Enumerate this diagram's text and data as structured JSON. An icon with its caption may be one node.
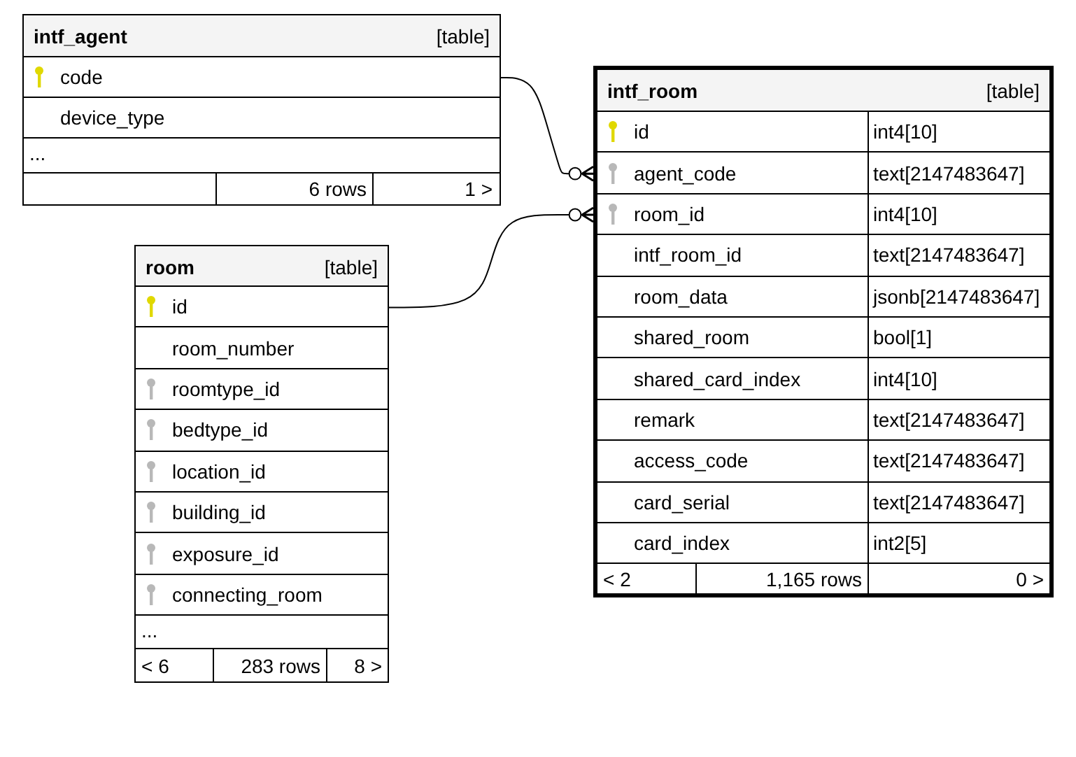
{
  "diagram": {
    "nodes": [
      {
        "text": [
          "intf_agent",
          "[table]"
        ]
      },
      {
        "text": [
          "code"
        ],
        "in": 0
      },
      {
        "text": [
          "device_type"
        ],
        "in": 0
      },
      {
        "text": [
          "..."
        ],
        "in": 0
      },
      {
        "text": [
          "6 rows",
          "1 >"
        ],
        "in": 0
      },
      {
        "text": [
          "intf_room",
          "[table]"
        ]
      },
      {
        "text": [
          "id",
          "int4[10]"
        ],
        "in": 5
      },
      {
        "text": [
          "agent_code",
          "text[2147483647]"
        ],
        "in": 5
      },
      {
        "text": [
          "room_id",
          "int4[10]"
        ],
        "in": 5
      },
      {
        "text": [
          "intf_room_id",
          "text[2147483647]"
        ],
        "in": 5
      },
      {
        "text": [
          "room_data",
          "jsonb[2147483647]"
        ],
        "in": 5
      },
      {
        "text": [
          "shared_room",
          "bool[1]"
        ],
        "in": 5
      },
      {
        "text": [
          "shared_card_index",
          "int4[10]"
        ],
        "in": 5
      },
      {
        "text": [
          "remark",
          "text[2147483647]"
        ],
        "in": 5
      },
      {
        "text": [
          "access_code",
          "text[2147483647]"
        ],
        "in": 5
      },
      {
        "text": [
          "card_serial",
          "text[2147483647]"
        ],
        "in": 5
      },
      {
        "text": [
          "card_index",
          "int2[5]"
        ],
        "in": 5
      },
      {
        "text": [
          "< 2",
          "1,165 rows",
          "0 >"
        ],
        "in": 5
      },
      {
        "text": [
          "room",
          "[table]"
        ]
      },
      {
        "text": [
          "id"
        ],
        "in": 18
      },
      {
        "text": [
          "room_number"
        ],
        "in": 18
      },
      {
        "text": [
          "roomtype_id"
        ],
        "in": 18
      },
      {
        "text": [
          "bedtype_id"
        ],
        "in": 18
      },
      {
        "text": [
          "location_id"
        ],
        "in": 18
      },
      {
        "text": [
          "building_id"
        ],
        "in": 18
      },
      {
        "text": [
          "exposure_id"
        ],
        "in": 18
      },
      {
        "text": [
          "connecting_room"
        ],
        "in": 18
      },
      {
        "text": [
          "..."
        ],
        "in": 18
      },
      {
        "text": [
          "< 6",
          "283 rows",
          "8 >"
        ],
        "in": 18
      }
    ],
    "edges": [
      {
        "from": 1,
        "to": 7,
        "arrow": "other"
      },
      {
        "from": 19,
        "to": 8,
        "arrow": "other"
      }
    ]
  }
}
